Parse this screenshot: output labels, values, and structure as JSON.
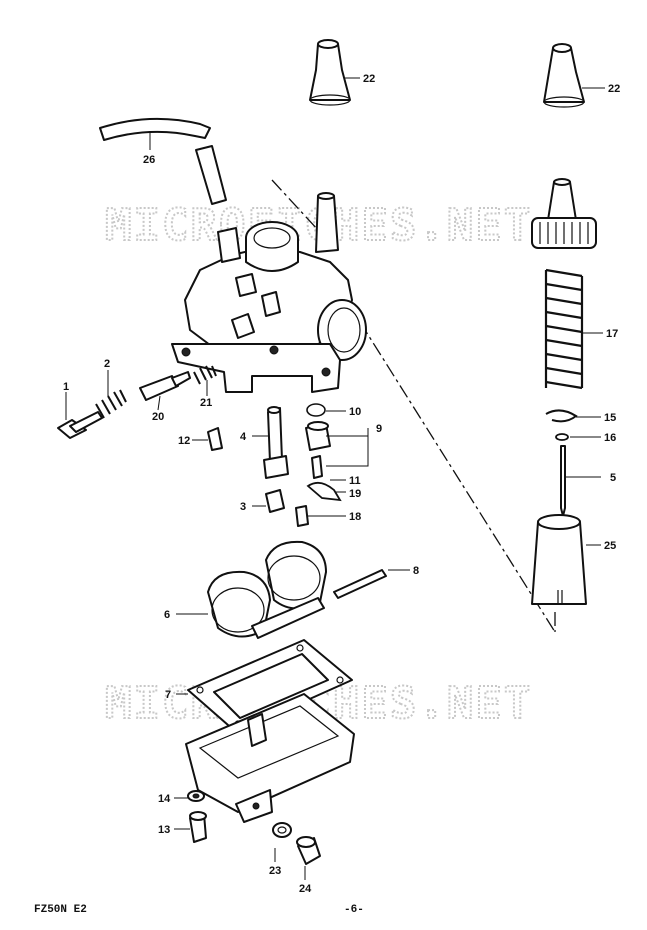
{
  "watermark": "MICROFICHES.NET",
  "footer": {
    "model": "FZ50N E2",
    "page": "-6-"
  },
  "callouts": [
    {
      "id": "c1",
      "text": "1"
    },
    {
      "id": "c2",
      "text": "2"
    },
    {
      "id": "c3",
      "text": "3"
    },
    {
      "id": "c4",
      "text": "4"
    },
    {
      "id": "c5",
      "text": "5"
    },
    {
      "id": "c6",
      "text": "6"
    },
    {
      "id": "c7",
      "text": "7"
    },
    {
      "id": "c8",
      "text": "8"
    },
    {
      "id": "c9",
      "text": "9"
    },
    {
      "id": "c10",
      "text": "10"
    },
    {
      "id": "c11",
      "text": "11"
    },
    {
      "id": "c12",
      "text": "12"
    },
    {
      "id": "c13",
      "text": "13"
    },
    {
      "id": "c14",
      "text": "14"
    },
    {
      "id": "c15",
      "text": "15"
    },
    {
      "id": "c16",
      "text": "16"
    },
    {
      "id": "c17",
      "text": "17"
    },
    {
      "id": "c18",
      "text": "18"
    },
    {
      "id": "c19",
      "text": "19"
    },
    {
      "id": "c20",
      "text": "20"
    },
    {
      "id": "c21",
      "text": "21"
    },
    {
      "id": "c22a",
      "text": "22"
    },
    {
      "id": "c22b",
      "text": "22"
    },
    {
      "id": "c23",
      "text": "23"
    },
    {
      "id": "c24",
      "text": "24"
    },
    {
      "id": "c25",
      "text": "25"
    },
    {
      "id": "c26",
      "text": "26"
    }
  ]
}
